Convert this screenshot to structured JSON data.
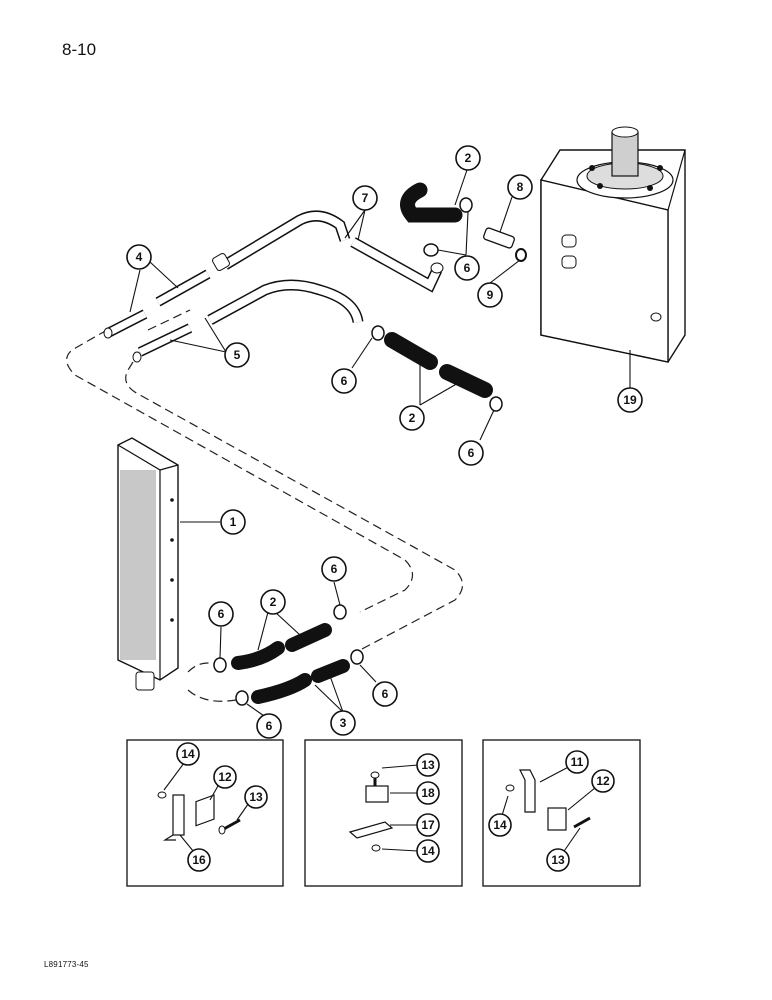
{
  "page": {
    "number": "8-10",
    "reference_code": "L891773-45"
  },
  "callouts": {
    "c1": "1",
    "c2a": "2",
    "c2b": "2",
    "c2c": "2",
    "c3": "3",
    "c4": "4",
    "c5": "5",
    "c6a": "6",
    "c6b": "6",
    "c6c": "6",
    "c6d": "6",
    "c6e": "6",
    "c6f": "6",
    "c7": "7",
    "c8": "8",
    "c9": "9",
    "c19": "19",
    "i1_14": "14",
    "i1_12": "12",
    "i1_13": "13",
    "i1_16": "16",
    "i2_13": "13",
    "i2_18": "18",
    "i2_17": "17",
    "i2_14": "14",
    "i3_11": "11",
    "i3_12": "12",
    "i3_14": "14",
    "i3_13": "13"
  }
}
